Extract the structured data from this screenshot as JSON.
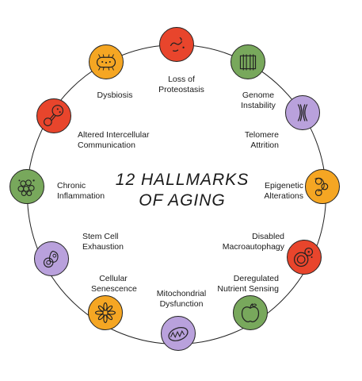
{
  "title": {
    "line1": "12 HALLMARKS",
    "line2": "OF AGING"
  },
  "colors": {
    "red": "#e8452c",
    "green": "#78a85c",
    "purple": "#b9a1dc",
    "orange": "#f5a623",
    "stroke": "#222222"
  },
  "hallmarks": [
    {
      "id": "loss-of-proteostasis",
      "lines": [
        "Loss of",
        "Proteostasis"
      ],
      "color": "red",
      "icon": "proteostasis-icon"
    },
    {
      "id": "genome-instability",
      "lines": [
        "Genome",
        "Instability"
      ],
      "color": "green",
      "icon": "dna-barcode-icon"
    },
    {
      "id": "telomere-attrition",
      "lines": [
        "Telomere",
        "Attrition"
      ],
      "color": "purple",
      "icon": "chromosome-icon"
    },
    {
      "id": "epigenetic-alterations",
      "lines": [
        "Epigenetic",
        "Alterations"
      ],
      "color": "orange",
      "icon": "nucleosome-icon"
    },
    {
      "id": "disabled-macroautophagy",
      "lines": [
        "Disabled",
        "Macroautophagy"
      ],
      "color": "red",
      "icon": "autophagosome-icon"
    },
    {
      "id": "deregulated-nutrient-sensing",
      "lines": [
        "Deregulated",
        "Nutrient Sensing"
      ],
      "color": "green",
      "icon": "apple-icon"
    },
    {
      "id": "mitochondrial-dysfunction",
      "lines": [
        "Mitochondrial",
        "Dysfunction"
      ],
      "color": "purple",
      "icon": "mitochondria-icon"
    },
    {
      "id": "cellular-senescence",
      "lines": [
        "Cellular",
        "Senescence"
      ],
      "color": "orange",
      "icon": "senescent-flower-icon"
    },
    {
      "id": "stem-cell-exhaustion",
      "lines": [
        "Stem Cell",
        "Exhaustion"
      ],
      "color": "purple",
      "icon": "stem-cell-icon"
    },
    {
      "id": "chronic-inflammation",
      "lines": [
        "Chronic",
        "Inflammation"
      ],
      "color": "green",
      "icon": "inflammation-cluster-icon"
    },
    {
      "id": "altered-intercellular-communication",
      "lines": [
        "Altered Intercellular",
        "Communication"
      ],
      "color": "red",
      "icon": "cell-signal-icon"
    },
    {
      "id": "dysbiosis",
      "lines": [
        "Dysbiosis"
      ],
      "color": "orange",
      "icon": "bacterium-icon"
    }
  ]
}
